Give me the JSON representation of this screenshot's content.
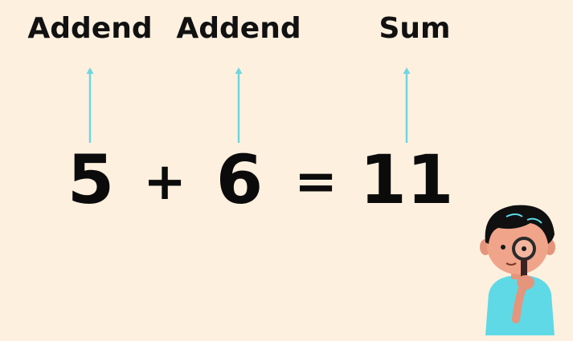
{
  "labels": {
    "first_addend": "Addend",
    "second_addend": "Addend",
    "sum": "Sum"
  },
  "equation": {
    "first_addend": "5",
    "plus": "+",
    "second_addend": "6",
    "equals": "=",
    "sum": "11"
  },
  "colors": {
    "background": "#fef0df",
    "arrow": "#6fd6e0",
    "text": "#111111"
  },
  "illustration": {
    "icon": "boy-with-magnifying-glass-icon"
  }
}
